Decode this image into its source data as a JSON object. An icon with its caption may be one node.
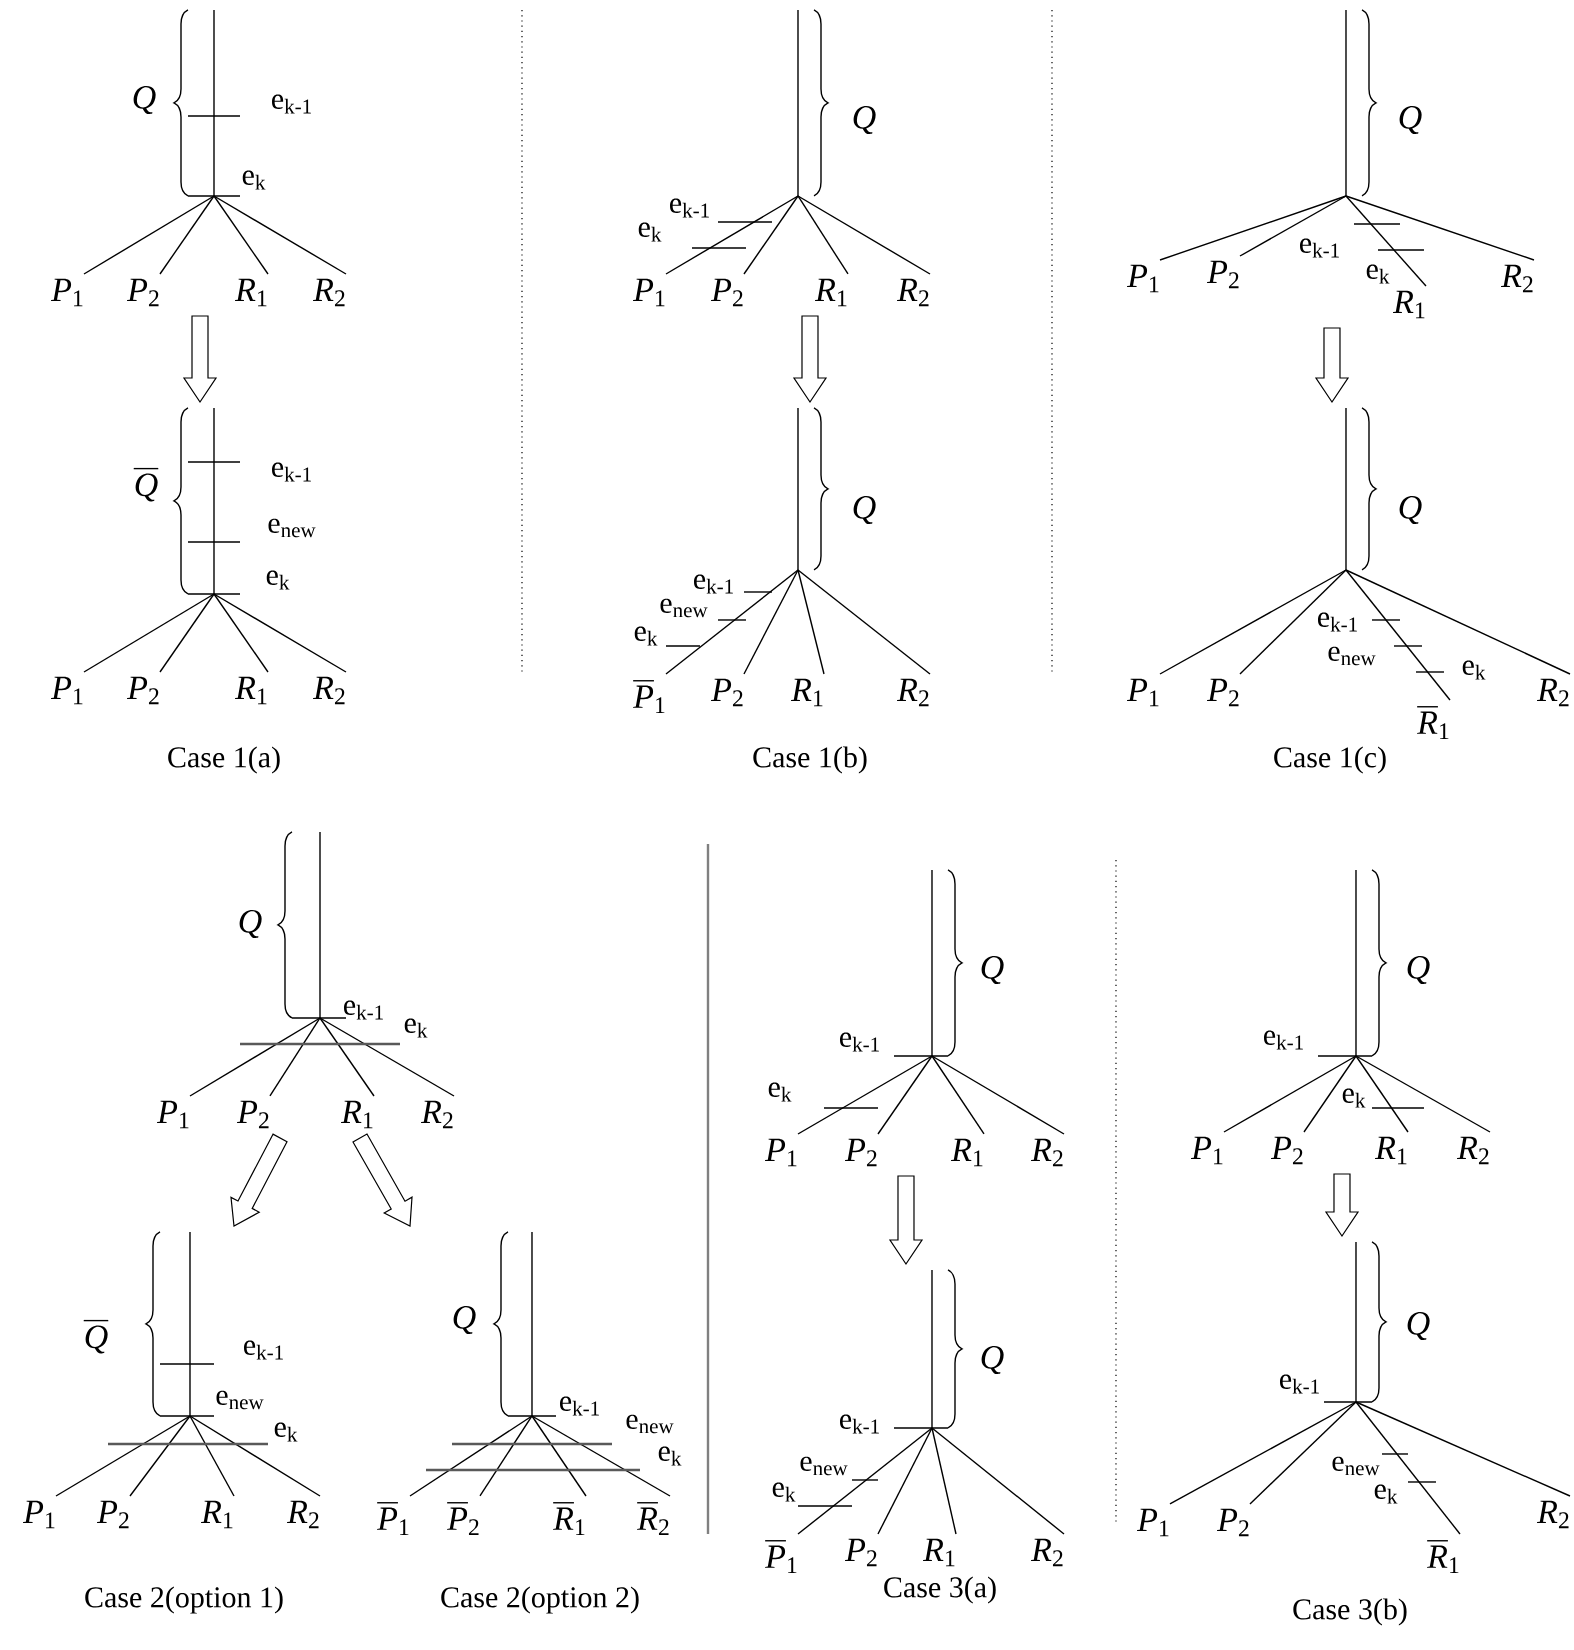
{
  "diagram": {
    "nodes": [
      {
        "text": [
          "\\textit{Q}",
          "\\text{e}_{\\text{k-1}}",
          "\\text{e}_{\\text{k}}",
          "\\textit{P}_{\\text{1}}",
          "\\textit{P}_{\\text{2}}",
          "\\textit{R}_{\\text{1}}",
          "\\textit{R}_{\\text{2}}"
        ]
      },
      {
        "text": [
          "\\overline{\\textit{Q}}",
          "\\text{e}_{\\text{k-1}}",
          "\\text{e}_{\\text{new}}",
          "\\text{e}_{\\text{k}}",
          "\\textit{P}_{\\text{1}}",
          "\\textit{P}_{\\text{2}}",
          "\\textit{R}_{\\text{1}}",
          "\\textit{R}_{\\text{2}}"
        ]
      },
      {
        "text": [
          "\\textit{Q}",
          "\\text{e}_{\\text{k-1}}",
          "\\text{e}_{\\text{k}}",
          "\\textit{P}_{\\text{1}}",
          "\\textit{P}_{\\text{2}}",
          "\\textit{R}_{\\text{1}}",
          "\\textit{R}_{\\text{2}}"
        ]
      },
      {
        "text": [
          "\\textit{Q}",
          "\\text{e}_{\\text{k-1}}",
          "\\text{e}_{\\text{new}}",
          "\\text{e}_{\\text{k}}",
          "\\overline{\\textit{P}}_{\\text{1}}",
          "\\textit{P}_{\\text{2}}",
          "\\textit{R}_{\\text{1}}",
          "\\textit{R}_{\\text{2}}"
        ]
      },
      {
        "text": [
          "\\textit{Q}",
          "\\text{e}_{\\text{k-1}}",
          "\\text{e}_{\\text{k}}",
          "\\textit{P}_{\\text{1}}",
          "\\textit{P}_{\\text{2}}",
          "\\textit{R}_{\\text{1}}",
          "\\textit{R}_{\\text{2}}"
        ]
      },
      {
        "text": [
          "\\textit{Q}",
          "\\text{e}_{\\text{k-1}}",
          "\\text{e}_{\\text{new}}",
          "\\text{e}_{\\text{k}}",
          "\\textit{P}_{\\text{1}}",
          "\\textit{P}_{\\text{2}}",
          "\\overline{\\textit{R}}_{\\text{1}}",
          "\\textit{R}_{\\text{2}}"
        ]
      },
      {
        "text": [
          "\\textit{Q}",
          "\\text{e}_{\\text{k-1}}",
          "\\text{e}_{\\text{k}}",
          "\\textit{P}_{\\text{1}}",
          "\\textit{P}_{\\text{2}}",
          "\\textit{R}_{\\text{1}}",
          "\\textit{R}_{\\text{2}}"
        ]
      },
      {
        "text": [
          "\\overline{\\textit{Q}}",
          "\\text{e}_{\\text{k-1}}",
          "\\text{e}_{\\text{new}}",
          "\\text{e}_{\\text{k}}",
          "\\textit{P}_{\\text{1}}",
          "\\textit{P}_{\\text{2}}",
          "\\textit{R}_{\\text{1}}",
          "\\textit{R}_{\\text{2}}"
        ]
      },
      {
        "text": [
          "\\textit{Q}",
          "\\text{e}_{\\text{k-1}}",
          "\\text{e}_{\\text{new}}",
          "\\text{e}_{\\text{k}}",
          "\\overline{\\textit{P}}_{\\text{1}}",
          "\\overline{\\textit{P}}_{\\text{2}}",
          "\\overline{\\textit{R}}_{\\text{1}}",
          "\\overline{\\textit{R}}_{\\text{2}}"
        ]
      },
      {
        "text": [
          "\\textit{Q}",
          "\\text{e}_{\\text{k-1}}",
          "\\text{e}_{\\text{k}}",
          "\\textit{P}_{\\text{1}}",
          "\\textit{P}_{\\text{2}}",
          "\\textit{R}_{\\text{1}}",
          "\\textit{R}_{\\text{2}}"
        ]
      },
      {
        "text": [
          "\\textit{Q}",
          "\\text{e}_{\\text{k-1}}",
          "\\text{e}_{\\text{new}}",
          "\\text{e}_{\\text{k}}",
          "\\overline{\\textit{P}}_{\\text{1}}",
          "\\textit{P}_{\\text{2}}",
          "\\textit{R}_{\\text{1}}",
          "\\textit{R}_{\\text{2}}"
        ]
      },
      {
        "text": [
          "\\textit{Q}",
          "\\text{e}_{\\text{k-1}}",
          "\\text{e}_{\\text{k}}",
          "\\textit{P}_{\\text{1}}",
          "\\textit{P}_{\\text{2}}",
          "\\textit{R}_{\\text{1}}",
          "\\textit{R}_{\\text{2}}"
        ]
      },
      {
        "text": [
          "\\textit{Q}",
          "\\text{e}_{\\text{k-1}}",
          "\\text{e}_{\\text{new}}",
          "\\text{e}_{\\text{k}}",
          "\\textit{P}_{\\text{1}}",
          "\\textit{P}_{\\text{2}}",
          "\\overline{\\textit{R}}_{\\text{1}}",
          "\\textit{R}_{\\text{2}}"
        ]
      }
    ],
    "edges": [
      {
        "from": 0,
        "to": 1,
        "arrow": "to"
      },
      {
        "from": 2,
        "to": 3,
        "arrow": "to"
      },
      {
        "from": 4,
        "to": 5,
        "arrow": "to"
      },
      {
        "from": 6,
        "to": 7,
        "arrow": "to"
      },
      {
        "from": 6,
        "to": 8,
        "arrow": "to"
      },
      {
        "from": 9,
        "to": 10,
        "arrow": "to"
      },
      {
        "from": 11,
        "to": 12,
        "arrow": "to"
      }
    ],
    "labels": [
      "Case 1(a)",
      "Case 1(b)",
      "Case 1(c)",
      "Case 2(option 1)",
      "Case 2(option 2)",
      "Case 3(a)",
      "Case 3(b)"
    ]
  }
}
